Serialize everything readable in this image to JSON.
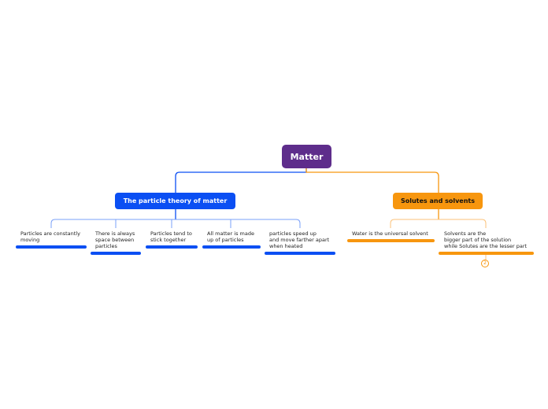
{
  "root": {
    "label": "Matter",
    "color": "#5e2d8b"
  },
  "branches": [
    {
      "label": "The particle theory of matter",
      "color": "#0b4ff3",
      "children": [
        "Particles are constantly\nmoving",
        "There is always\nspace between\nparticles",
        "Particles tend to\nstick together",
        "All matter is made\nup of particles",
        "particles speed up\nand move farther apart\nwhen heated"
      ]
    },
    {
      "label": "Solutes and solvents",
      "color": "#f7960e",
      "children": [
        "Water is the universal solvent",
        "Solvents are the\nbigger part of the solution\nwhile Solutes are the lesser part"
      ],
      "collapse_indicator": "2"
    }
  ]
}
